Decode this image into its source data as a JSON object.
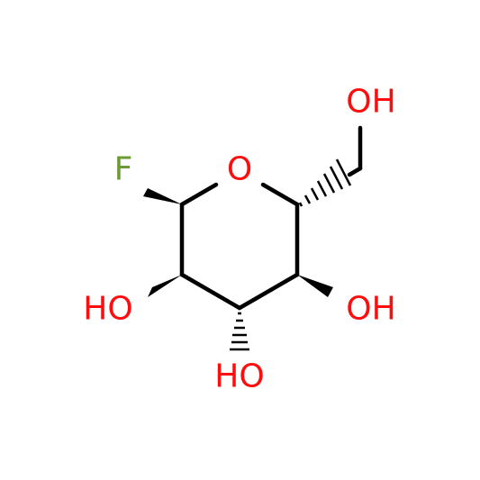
{
  "atoms": {
    "fluorine": "F",
    "ring_oxygen": "O",
    "hydroxyl_c2": "HO",
    "hydroxyl_c3": "HO",
    "hydroxyl_c4": "OH",
    "hydroxyl_c6": "OH"
  },
  "colors": {
    "bond": "#000000",
    "oxygen": "#ff0d0d",
    "fluorine": "#6c9b35"
  }
}
